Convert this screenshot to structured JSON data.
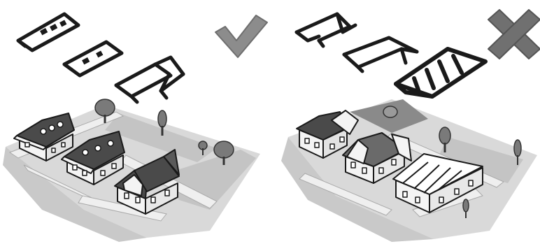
{
  "panels": [
    {
      "id": "good",
      "verdict": "correct",
      "verdict_icon": "checkmark-icon",
      "verdict_color": "#8c8c8c",
      "roof_outlines": [
        "hipped-roof-with-windows",
        "hipped-roof-with-windows",
        "cross-gable-roof"
      ],
      "scene": "street-of-houses-consistent-style"
    },
    {
      "id": "bad",
      "verdict": "incorrect",
      "verdict_icon": "cross-icon",
      "verdict_color": "#707070",
      "roof_outlines": [
        "cross-gable-roof",
        "gable-roof",
        "truss-roof"
      ],
      "scene": "street-of-houses-mixed-style"
    }
  ],
  "colors": {
    "ink": "#1a1a1a",
    "ground": "#d9d9d9",
    "lawn": "#c4c4c4",
    "road": "#efefef",
    "wall": "#f4f4f4",
    "roof_dark": "#4a4a4a",
    "tree": "#7a7a7a"
  }
}
